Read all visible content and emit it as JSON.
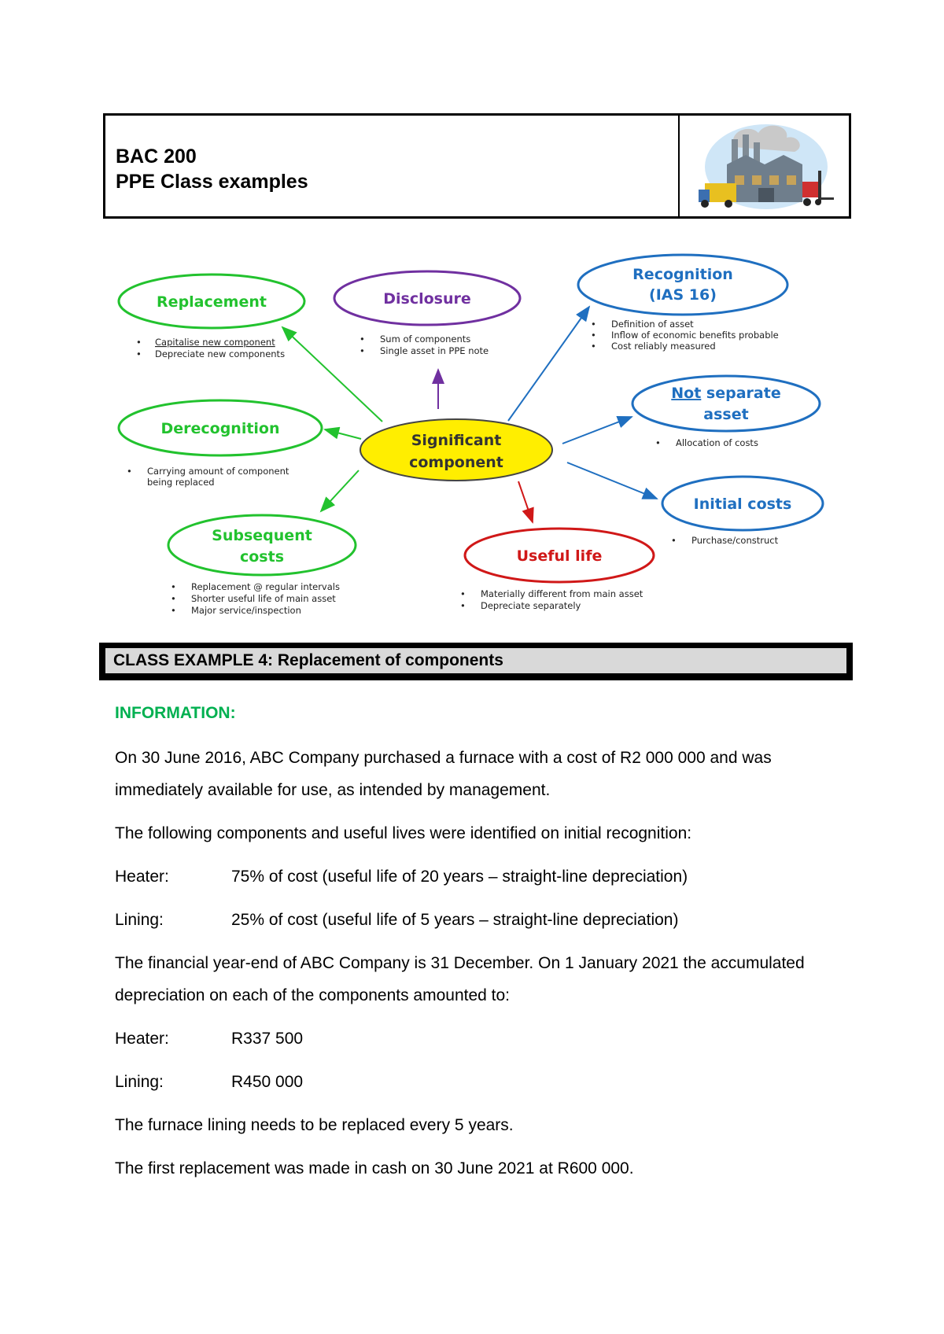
{
  "header": {
    "course": "BAC 200",
    "title": "PPE Class examples",
    "image_icon": "factory-illustration-icon"
  },
  "mindmap": {
    "center": {
      "line1": "Significant",
      "line2": "component"
    },
    "replacement": {
      "title": "Replacement",
      "bullets": [
        "Capitalise new component",
        "Depreciate new components"
      ]
    },
    "disclosure": {
      "title": "Disclosure",
      "bullets": [
        "Sum of components",
        "Single asset in PPE note"
      ]
    },
    "recognition": {
      "line1": "Recognition",
      "line2": "(IAS 16)",
      "bullets": [
        "Definition of asset",
        "Inflow of economic benefits probable",
        "Cost reliably measured"
      ]
    },
    "not_separate": {
      "line1_a": "Not",
      "line1_b": " separate",
      "line2": "asset",
      "bullets": [
        "Allocation of costs"
      ]
    },
    "derecognition": {
      "title": "Derecognition",
      "bullets": [
        "Carrying amount of component",
        "being replaced"
      ]
    },
    "initial_costs": {
      "title": "Initial costs",
      "bullets": [
        "Purchase/construct"
      ]
    },
    "subsequent_costs": {
      "line1": "Subsequent",
      "line2": "costs",
      "bullets": [
        "Replacement @ regular intervals",
        "Shorter useful life of main asset",
        "Major service/inspection"
      ]
    },
    "useful_life": {
      "title": "Useful life",
      "bullets": [
        "Materially different from main asset",
        "Depreciate separately"
      ]
    },
    "colors": {
      "green": "#22c22e",
      "purple": "#7030a0",
      "blue": "#1f6fc0",
      "red": "#d01818",
      "yellow": "#ffee00"
    }
  },
  "example": {
    "title": "CLASS EXAMPLE 4: Replacement of components"
  },
  "content": {
    "info_heading": "INFORMATION:",
    "p1": "On 30 June 2016, ABC Company purchased a furnace with a cost of R2 000 000 and was immediately available for use, as intended by management.",
    "p2": "The following components and useful lives were identified on initial recognition:",
    "heater_label": "Heater:",
    "heater_value": "75% of cost (useful life of 20 years – straight-line depreciation)",
    "lining_label": "Lining:",
    "lining_value": "25% of cost (useful life of 5 years – straight-line depreciation)",
    "p3": "The financial year-end of ABC Company is 31 December. On 1 January 2021 the accumulated depreciation on each of the components amounted to:",
    "heater_label2": "Heater:",
    "heater_amount": "R337 500",
    "lining_label2": "Lining:",
    "lining_amount": "R450 000",
    "p4": "The furnace lining needs to be replaced every 5 years.",
    "p5": "The first replacement was made in cash on 30 June 2021 at R600 000."
  }
}
